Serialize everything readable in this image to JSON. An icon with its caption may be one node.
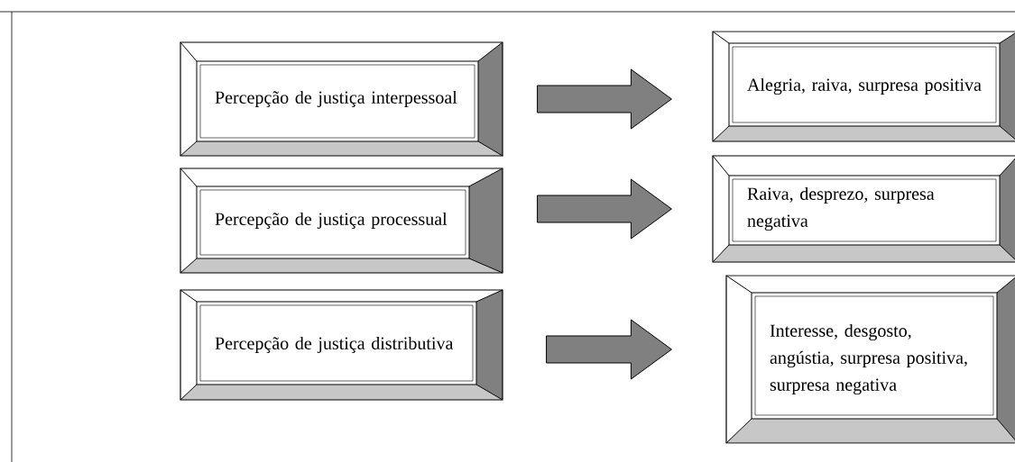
{
  "diagram": {
    "nodes": [
      {
        "text": [
          "Percepção de justiça interpessoal"
        ]
      },
      {
        "text": [
          "Percepção de justiça processual"
        ]
      },
      {
        "text": [
          "Percepção de justiça distributiva"
        ]
      },
      {
        "text": [
          "Alegria, raiva, surpresa positiva"
        ]
      },
      {
        "text": [
          "Raiva, desprezo, surpresa negativa"
        ]
      },
      {
        "text": [
          "Interesse, desgosto, angústia, surpresa positiva, surpresa negativa"
        ]
      }
    ],
    "edges": [
      {
        "from": 0,
        "to": 3,
        "arrow": "to"
      },
      {
        "from": 1,
        "to": 4,
        "arrow": "to"
      },
      {
        "from": 2,
        "to": 5,
        "arrow": "to"
      }
    ]
  }
}
